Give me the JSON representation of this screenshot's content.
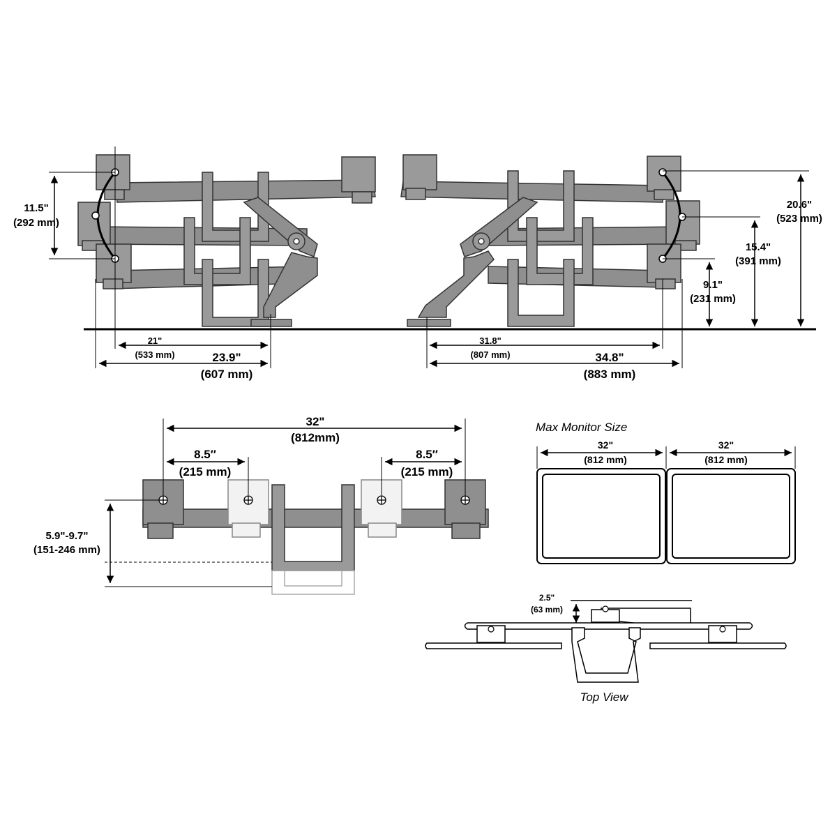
{
  "side_left": {
    "tilt_in": "11.5\"",
    "tilt_mm": "(292 mm)",
    "reach_in": "21\"",
    "reach_mm": "(533 mm)",
    "total_in": "23.9\"",
    "total_mm": "(607 mm)"
  },
  "side_right": {
    "h_top_in": "20.6\"",
    "h_top_mm": "(523 mm)",
    "h_mid_in": "15.4\"",
    "h_mid_mm": "(391 mm)",
    "h_low_in": "9.1\"",
    "h_low_mm": "(231 mm)",
    "reach_in": "31.8\"",
    "reach_mm": "(807 mm)",
    "total_in": "34.8\"",
    "total_mm": "(883 mm)"
  },
  "front": {
    "span_in": "32\"",
    "span_mm": "(812mm)",
    "left_in": "8.5″",
    "left_mm": "(215 mm)",
    "right_in": "8.5″",
    "right_mm": "(215 mm)",
    "depth_in": "5.9\"-9.7\"",
    "depth_mm": "(151-246 mm)"
  },
  "max_monitor": {
    "title": "Max Monitor Size",
    "left_in": "32\"",
    "left_mm": "(812 mm)",
    "right_in": "32\"",
    "right_mm": "(812 mm)"
  },
  "top_view": {
    "offset_in": "2.5\"",
    "offset_mm": "(63 mm)",
    "caption": "Top View"
  },
  "colors": {
    "arm": "#8f8f8f",
    "arm_dark": "#6e6e6e",
    "arm_light": "#d4d4d4",
    "line": "#000000"
  }
}
